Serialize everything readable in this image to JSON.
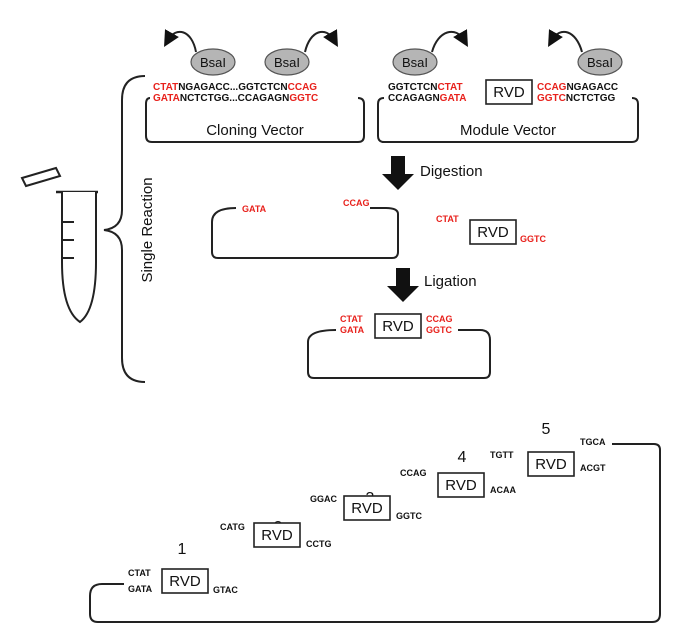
{
  "enzyme_label": "BsaI",
  "rvd_label": "RVD",
  "side_label": "Single Reaction",
  "cloning_vector": {
    "label": "Cloning Vector",
    "top": [
      "CTAT",
      "NGAGACC...GGTCTCN",
      "CCAG"
    ],
    "bottom": [
      "GATA",
      "NCTCTGG...CCAGAGN",
      "GGTC"
    ]
  },
  "module_vector": {
    "label": "Module Vector",
    "top_left": [
      "GGTCTCN",
      "CTAT"
    ],
    "bottom_left": [
      "CCAGAGN",
      "GATA"
    ],
    "top_right": [
      "CCAG",
      "NGAGACC"
    ],
    "bottom_right": [
      "GGTC",
      "NCTCTGG"
    ]
  },
  "digestion": {
    "label": "Digestion",
    "vector_left": "GATA",
    "vector_right": "CCAG",
    "fragment_left": "CTAT",
    "fragment_right": "GGTC"
  },
  "ligation": {
    "label": "Ligation",
    "top_left": "CTAT",
    "bottom_left": "GATA",
    "top_right": "CCAG",
    "bottom_right": "GGTC"
  },
  "assembly": [
    {
      "number": "1",
      "left": "CTAT",
      "left2": "GATA",
      "right": "GTAC"
    },
    {
      "number": "2",
      "left": "CATG",
      "right": "CCTG"
    },
    {
      "number": "3",
      "left": "GGAC",
      "right": "GGTC"
    },
    {
      "number": "4",
      "left": "CCAG",
      "right": "ACAA"
    },
    {
      "number": "5",
      "left": "TGTT",
      "right": "ACGT",
      "end": "TGCA"
    }
  ]
}
